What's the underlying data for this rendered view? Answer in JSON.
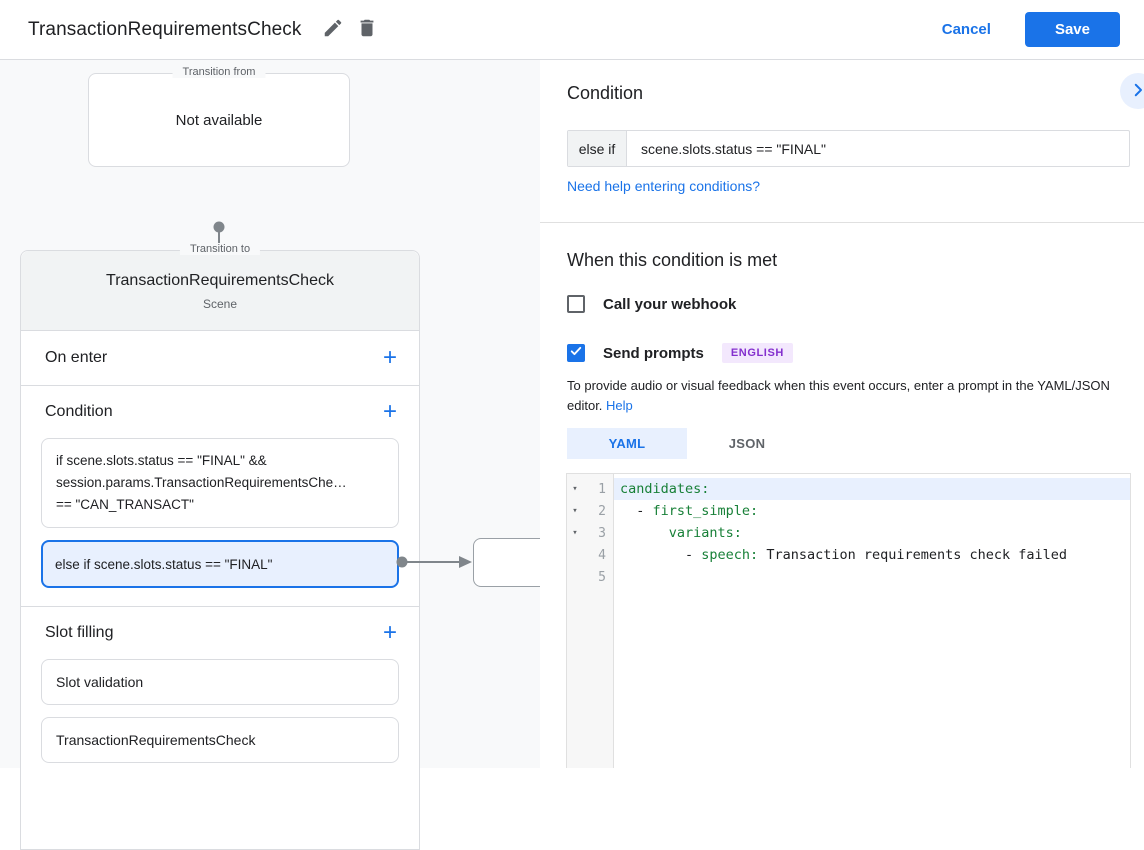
{
  "topbar": {
    "title": "TransactionRequirementsCheck",
    "cancel_label": "Cancel",
    "save_label": "Save"
  },
  "flow": {
    "transition_from": {
      "legend": "Transition from",
      "content": "Not available"
    },
    "transition_to": {
      "legend": "Transition to",
      "title": "TransactionRequirementsCheck",
      "subtitle": "Scene",
      "on_enter_label": "On enter",
      "condition_label": "Condition",
      "condition_box1_lines": [
        "if scene.slots.status == \"FINAL\" &&",
        "session.params.TransactionRequirementsChe…",
        "== \"CAN_TRANSACT\""
      ],
      "condition_box2": "else if scene.slots.status == \"FINAL\"",
      "slot_filling_label": "Slot filling",
      "slot_items": [
        "Slot validation",
        "TransactionRequirementsCheck"
      ]
    }
  },
  "panel": {
    "title": "Condition",
    "condition_prefix": "else if",
    "condition_value": "scene.slots.status == \"FINAL\"",
    "help_link": "Need help entering conditions?",
    "when_met_title": "When this condition is met",
    "webhook": {
      "label": "Call your webhook",
      "checked": false
    },
    "send_prompts": {
      "label": "Send prompts",
      "checked": true,
      "language_badge": "ENGLISH"
    },
    "description": "To provide audio or visual feedback when this event occurs, enter a prompt in the YAML/JSON editor.",
    "description_link": "Help",
    "tabs": [
      {
        "label": "YAML",
        "active": true
      },
      {
        "label": "JSON",
        "active": false
      }
    ],
    "editor": {
      "lines": [
        {
          "number": 1,
          "fold": true,
          "highlight": true,
          "segments": [
            {
              "text": "candidates:",
              "type": "key"
            }
          ]
        },
        {
          "number": 2,
          "fold": true,
          "highlight": false,
          "segments": [
            {
              "text": "  - ",
              "type": "plain"
            },
            {
              "text": "first_simple:",
              "type": "key"
            }
          ]
        },
        {
          "number": 3,
          "fold": true,
          "highlight": false,
          "segments": [
            {
              "text": "      ",
              "type": "plain"
            },
            {
              "text": "variants:",
              "type": "key"
            }
          ]
        },
        {
          "number": 4,
          "fold": false,
          "highlight": false,
          "segments": [
            {
              "text": "        - ",
              "type": "plain"
            },
            {
              "text": "speech:",
              "type": "key"
            },
            {
              "text": " Transaction requirements check failed",
              "type": "plain"
            }
          ]
        },
        {
          "number": 5,
          "fold": false,
          "highlight": false,
          "segments": []
        }
      ]
    }
  },
  "colors": {
    "accent": "#1a73e8",
    "selected_bg": "#e8f0fe",
    "badge_text": "#8430ce",
    "badge_bg": "#f3e8fd",
    "yaml_key": "#188038"
  }
}
